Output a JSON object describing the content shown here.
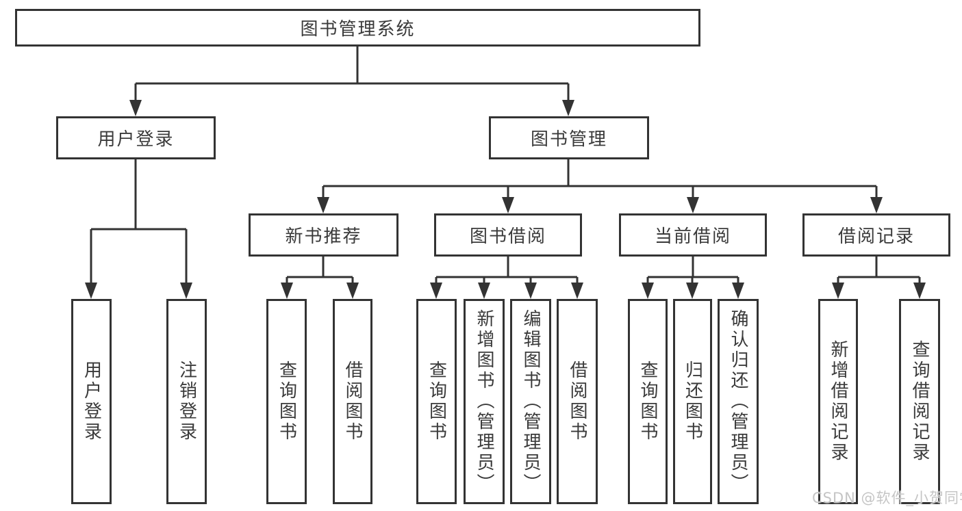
{
  "diagram": {
    "title": "图书管理系统",
    "colors": {
      "line": "#333333",
      "box_border": "#333333",
      "text": "#3a3a3a",
      "watermark_text_color": "#c5c5c5",
      "background": "#ffffff"
    },
    "watermark": "CSDN @软件_小贺同学",
    "tree": {
      "root": {
        "label": "图书管理系统"
      },
      "level2": [
        {
          "label": "用户登录"
        },
        {
          "label": "图书管理"
        }
      ],
      "level3": [
        {
          "label": "新书推荐"
        },
        {
          "label": "图书借阅"
        },
        {
          "label": "当前借阅"
        },
        {
          "label": "借阅记录"
        }
      ],
      "leaves": [
        {
          "label": "用户登录"
        },
        {
          "label": "注销登录"
        },
        {
          "label": "查询图书"
        },
        {
          "label": "借阅图书"
        },
        {
          "label": "查询图书"
        },
        {
          "label": "新增图书（管理员）"
        },
        {
          "label": "编辑图书（管理员）"
        },
        {
          "label": "借阅图书"
        },
        {
          "label": "查询图书"
        },
        {
          "label": "归还图书"
        },
        {
          "label": "确认归还（管理员）"
        },
        {
          "label": "新增借阅记录"
        },
        {
          "label": "查询借阅记录"
        }
      ]
    }
  }
}
